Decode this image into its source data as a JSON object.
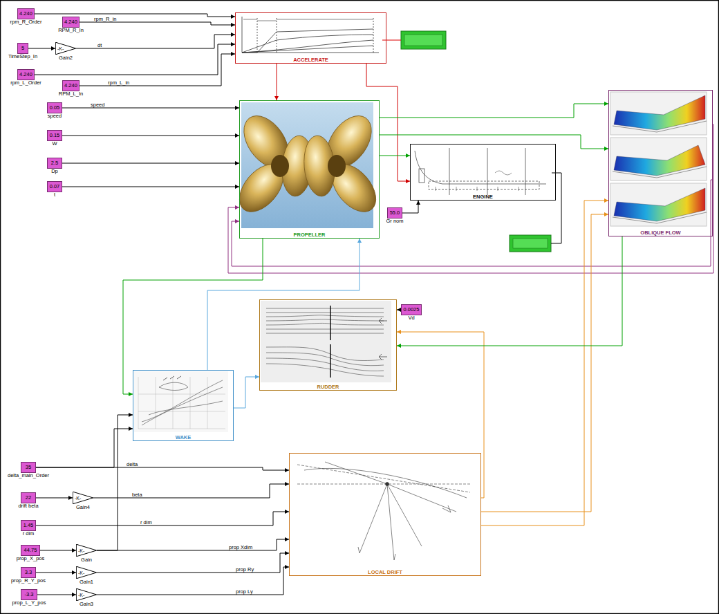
{
  "diagram": {
    "nodes": [
      {
        "text": [
          "4.240",
          "rpm_R_Order"
        ]
      },
      {
        "text": [
          "4.240",
          "RPM_R_In"
        ]
      },
      {
        "text": [
          "5",
          "TimeStep_In"
        ]
      },
      {
        "text": [
          "-K-",
          "Gain2"
        ]
      },
      {
        "text": [
          "4.240",
          "rpm_L_Order"
        ]
      },
      {
        "text": [
          "4.240",
          "RPM_L_In"
        ]
      },
      {
        "text": [
          "0.05",
          "speed"
        ]
      },
      {
        "text": [
          "0.15",
          "W"
        ]
      },
      {
        "text": [
          "2.5",
          "Dp"
        ]
      },
      {
        "text": [
          "0.07",
          "t"
        ]
      },
      {
        "text": [
          "ACCELERATE"
        ]
      },
      {
        "text": [
          "PROPELLER"
        ]
      },
      {
        "text": [
          "ENGINE"
        ]
      },
      {
        "text": [
          "55.0",
          "Gr nom"
        ]
      },
      {
        "text": [
          "OBLIQUE FLOW"
        ]
      },
      {
        "text": [
          "0.0025",
          "Vd"
        ]
      },
      {
        "text": [
          "RUDDER"
        ]
      },
      {
        "text": [
          "WAKE"
        ]
      },
      {
        "text": [
          "LOCAL DRIFT"
        ]
      },
      {
        "text": [
          "35",
          "delta_main_Order"
        ]
      },
      {
        "text": [
          "22",
          "drift beta"
        ]
      },
      {
        "text": [
          "-K-",
          "Gain4"
        ]
      },
      {
        "text": [
          "1.45",
          "r dim"
        ]
      },
      {
        "text": [
          "44.75",
          "prop_X_pos"
        ]
      },
      {
        "text": [
          "-K-",
          "Gain"
        ]
      },
      {
        "text": [
          "3.3",
          "prop_R_Y_pos"
        ]
      },
      {
        "text": [
          "-K-",
          "Gain1"
        ]
      },
      {
        "text": [
          "-3.3",
          "prop_L_Y_pos"
        ]
      },
      {
        "text": [
          "-K-",
          "Gain3"
        ]
      }
    ],
    "edges": [
      {
        "from": 0,
        "to": 10,
        "arrow": "to"
      },
      {
        "from": 1,
        "to": 10,
        "arrow": "to",
        "label": "rpm_R_in"
      },
      {
        "from": 2,
        "to": 3,
        "arrow": "to"
      },
      {
        "from": 3,
        "to": 10,
        "arrow": "to",
        "label": "dt"
      },
      {
        "from": 4,
        "to": 10,
        "arrow": "to"
      },
      {
        "from": 5,
        "to": 10,
        "arrow": "to",
        "label": "rpm_L_in"
      },
      {
        "from": 6,
        "to": 11,
        "arrow": "to",
        "label": "speed"
      },
      {
        "from": 7,
        "to": 11,
        "arrow": "to"
      },
      {
        "from": 8,
        "to": 11,
        "arrow": "to"
      },
      {
        "from": 9,
        "to": 11,
        "arrow": "to"
      },
      {
        "from": 10,
        "to": 11,
        "arrow": "to"
      },
      {
        "from": 10,
        "to": 12,
        "arrow": "to"
      },
      {
        "from": 11,
        "to": 12,
        "arrow": "to"
      },
      {
        "from": 13,
        "to": 12,
        "arrow": "to"
      },
      {
        "from": 11,
        "to": 14,
        "arrow": "to"
      },
      {
        "from": 11,
        "to": 14,
        "arrow": "to"
      },
      {
        "from": 14,
        "to": 11,
        "arrow": "to"
      },
      {
        "from": 14,
        "to": 11,
        "arrow": "to"
      },
      {
        "from": 11,
        "to": 17,
        "arrow": "to"
      },
      {
        "from": 17,
        "to": 11,
        "arrow": "to"
      },
      {
        "from": 17,
        "to": 16,
        "arrow": "to"
      },
      {
        "from": 15,
        "to": 16,
        "arrow": "to"
      },
      {
        "from": 18,
        "to": 14,
        "arrow": "to"
      },
      {
        "from": 18,
        "to": 14,
        "arrow": "to"
      },
      {
        "from": 18,
        "to": 16,
        "arrow": "to"
      },
      {
        "from": 14,
        "to": 16,
        "arrow": "to"
      },
      {
        "from": 19,
        "to": 18,
        "arrow": "to",
        "label": "delta"
      },
      {
        "from": 19,
        "to": 17,
        "arrow": "to"
      },
      {
        "from": 20,
        "to": 21,
        "arrow": "to"
      },
      {
        "from": 21,
        "to": 18,
        "arrow": "to",
        "label": "beta"
      },
      {
        "from": 22,
        "to": 18,
        "arrow": "to",
        "label": "r dim"
      },
      {
        "from": 23,
        "to": 24,
        "arrow": "to"
      },
      {
        "from": 24,
        "to": 18,
        "arrow": "to",
        "label": "prop Xdim"
      },
      {
        "from": 24,
        "to": 17,
        "arrow": "to"
      },
      {
        "from": 25,
        "to": 26,
        "arrow": "to"
      },
      {
        "from": 26,
        "to": 18,
        "arrow": "to",
        "label": "prop Ry"
      },
      {
        "from": 27,
        "to": 28,
        "arrow": "to"
      },
      {
        "from": 28,
        "to": 18,
        "arrow": "to",
        "label": "prop Ly"
      }
    ]
  }
}
